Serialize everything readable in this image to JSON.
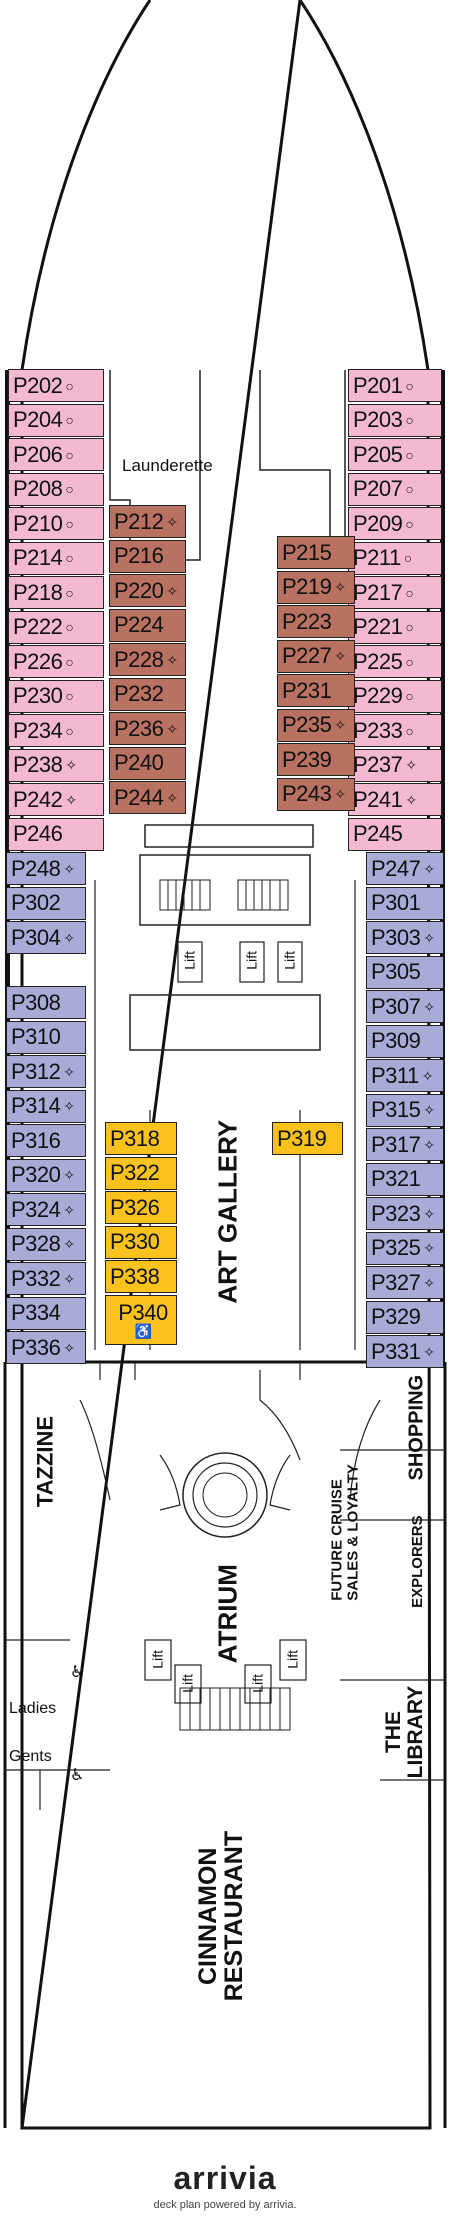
{
  "cabins": {
    "port_pink": [
      "P202",
      "P204",
      "P206",
      "P208",
      "P210",
      "P214",
      "P218",
      "P222",
      "P226",
      "P230",
      "P234",
      "P238",
      "P242",
      "P246"
    ],
    "port_blue_a": [
      "P248",
      "P302",
      "P304"
    ],
    "port_blue_b": [
      "P308",
      "P310",
      "P312",
      "P314",
      "P316",
      "P320",
      "P324",
      "P328",
      "P332",
      "P334",
      "P336"
    ],
    "stbd_pink": [
      "P201",
      "P203",
      "P205",
      "P207",
      "P209",
      "P211",
      "P217",
      "P221",
      "P225",
      "P229",
      "P233",
      "P237",
      "P241",
      "P245"
    ],
    "stbd_blue": [
      "P247",
      "P301",
      "P303",
      "P305",
      "P307",
      "P309",
      "P311",
      "P315",
      "P317",
      "P321",
      "P323",
      "P325",
      "P327",
      "P329",
      "P331"
    ],
    "inner_left_brown": [
      "P212",
      "P216",
      "P220",
      "P224",
      "P228",
      "P232",
      "P236",
      "P240",
      "P244"
    ],
    "inner_right_brown": [
      "P215",
      "P219",
      "P223",
      "P227",
      "P231",
      "P235",
      "P239",
      "P243"
    ],
    "inner_left_yellow": [
      "P318",
      "P322",
      "P326",
      "P330",
      "P338",
      "P340"
    ],
    "inner_right_yellow": [
      "P319"
    ]
  },
  "symbols": {
    "circle": "○",
    "diamond": "✧",
    "accessible": "♿"
  },
  "symbol_cabins": {
    "circle": [
      "P202",
      "P204",
      "P206",
      "P208",
      "P201",
      "P203",
      "P205",
      "P207",
      "P209",
      "P211",
      "P217",
      "P221",
      "P225",
      "P229",
      "P233",
      "P210",
      "P214",
      "P218",
      "P222",
      "P226",
      "P230",
      "P234"
    ],
    "diamond": [
      "P212",
      "P220",
      "P228",
      "P236",
      "P244",
      "P219",
      "P227",
      "P235",
      "P243",
      "P238",
      "P242",
      "P237",
      "P241",
      "P248",
      "P304",
      "P247",
      "P303",
      "P307",
      "P311",
      "P315",
      "P317",
      "P323",
      "P325",
      "P327",
      "P331",
      "P312",
      "P314",
      "P320",
      "P324",
      "P328",
      "P332",
      "P336"
    ],
    "accessible": [
      "P340"
    ]
  },
  "rooms": {
    "launderette": "Launderette",
    "lift": "Lift",
    "art_gallery": "ART GALLERY",
    "tazzine": "TAZZINE",
    "atrium": "ATRIUM",
    "future_cruise": [
      "FUTURE CRUISE",
      "SALES & LOYALTY"
    ],
    "shopping": "SHOPPING",
    "explorers": "EXPLORERS",
    "the_library": [
      "THE",
      "LIBRARY"
    ],
    "ladies": "Ladies",
    "gents": "Gents",
    "cinnamon": [
      "CINNAMON",
      "RESTAURANT"
    ]
  },
  "footer": {
    "logo": "arrivia",
    "tagline": "deck plan powered by arrivia."
  },
  "colors": {
    "pink": "#f4b8d3",
    "blue": "#a9abd7",
    "brown": "#b97162",
    "yellow": "#fbc21d",
    "brand_accent": "#1aa3b8"
  }
}
